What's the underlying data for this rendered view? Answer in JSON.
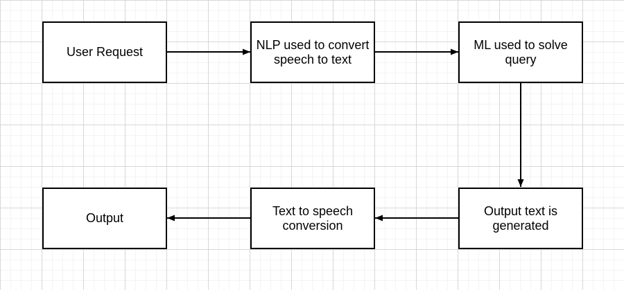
{
  "diagram": {
    "type": "flowchart",
    "nodes": [
      {
        "id": "user-request",
        "label": "User Request"
      },
      {
        "id": "nlp-convert",
        "label": "NLP used to convert speech to text"
      },
      {
        "id": "ml-solve",
        "label": "ML used to solve query"
      },
      {
        "id": "output-text-generated",
        "label": "Output text is generated"
      },
      {
        "id": "text-to-speech",
        "label": "Text to speech conversion"
      },
      {
        "id": "output",
        "label": "Output"
      }
    ],
    "edges": [
      {
        "from": "user-request",
        "to": "nlp-convert",
        "direction": "right"
      },
      {
        "from": "nlp-convert",
        "to": "ml-solve",
        "direction": "right"
      },
      {
        "from": "ml-solve",
        "to": "output-text-generated",
        "direction": "down"
      },
      {
        "from": "output-text-generated",
        "to": "text-to-speech",
        "direction": "left"
      },
      {
        "from": "text-to-speech",
        "to": "output",
        "direction": "left"
      }
    ],
    "style": {
      "canvas_background": "#ffffff",
      "grid_minor_color": "#f3f3f3",
      "grid_major_color": "#d7d7d7",
      "node_fill": "#ffffff",
      "node_stroke": "#000000",
      "edge_color": "#000000",
      "text_color": "#000000"
    }
  }
}
